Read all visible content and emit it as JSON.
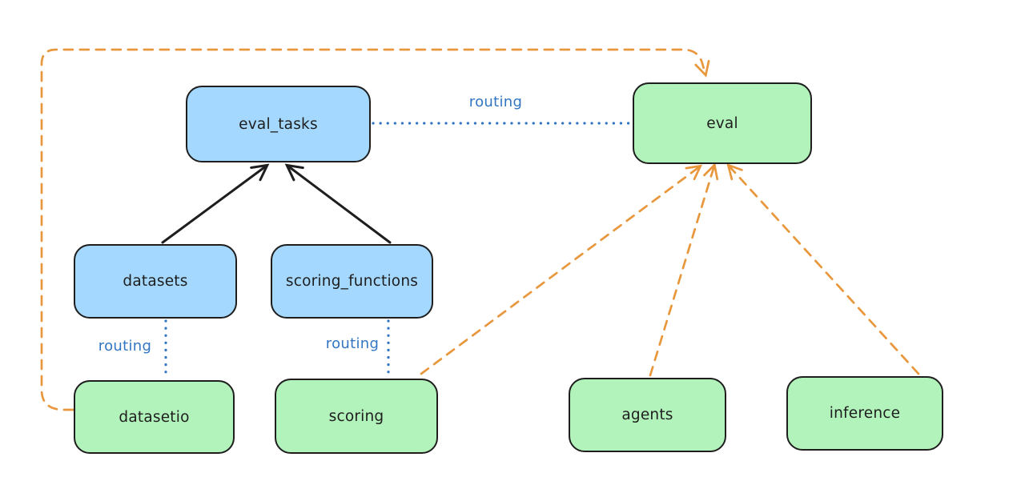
{
  "diagram": {
    "nodes": [
      {
        "id": "eval_tasks",
        "label": "eval_tasks",
        "kind": "blue"
      },
      {
        "id": "eval",
        "label": "eval",
        "kind": "green"
      },
      {
        "id": "datasets",
        "label": "datasets",
        "kind": "blue"
      },
      {
        "id": "scoring_functions",
        "label": "scoring_functions",
        "kind": "blue"
      },
      {
        "id": "datasetio",
        "label": "datasetio",
        "kind": "green"
      },
      {
        "id": "scoring",
        "label": "scoring",
        "kind": "green"
      },
      {
        "id": "agents",
        "label": "agents",
        "kind": "green"
      },
      {
        "id": "inference",
        "label": "inference",
        "kind": "green"
      }
    ],
    "edges": [
      {
        "from": "datasets",
        "to": "eval_tasks",
        "style": "solid",
        "color": "black",
        "arrow": true,
        "label": ""
      },
      {
        "from": "scoring_functions",
        "to": "eval_tasks",
        "style": "solid",
        "color": "black",
        "arrow": true,
        "label": ""
      },
      {
        "from": "eval_tasks",
        "to": "eval",
        "style": "dotted",
        "color": "blue",
        "arrow": false,
        "label": "routing"
      },
      {
        "from": "datasets",
        "to": "datasetio",
        "style": "dotted",
        "color": "blue",
        "arrow": false,
        "label": "routing"
      },
      {
        "from": "scoring_functions",
        "to": "scoring",
        "style": "dotted",
        "color": "blue",
        "arrow": false,
        "label": "routing"
      },
      {
        "from": "datasetio",
        "to": "eval",
        "style": "dashed",
        "color": "orange",
        "arrow": true,
        "label": ""
      },
      {
        "from": "scoring",
        "to": "eval",
        "style": "dashed",
        "color": "orange",
        "arrow": true,
        "label": ""
      },
      {
        "from": "agents",
        "to": "eval",
        "style": "dashed",
        "color": "orange",
        "arrow": true,
        "label": ""
      },
      {
        "from": "inference",
        "to": "eval",
        "style": "dashed",
        "color": "orange",
        "arrow": true,
        "label": ""
      }
    ],
    "colors": {
      "canvas-bg": "#ffffff",
      "node-blue-fill": "#a5d8ff",
      "node-green-fill": "#b2f2bb",
      "node-stroke": "#1e1e1e",
      "text": "#1e1e1e",
      "edge-black": "#1e1e1e",
      "edge-blue": "#3276c3",
      "edge-orange": "#e8973c"
    }
  }
}
